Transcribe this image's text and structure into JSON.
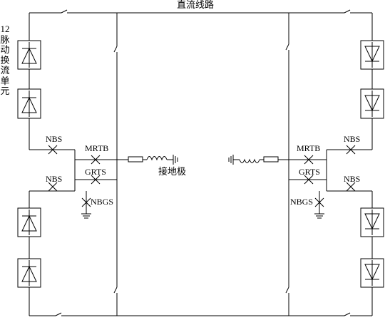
{
  "labels": {
    "dc_line": "直流线路",
    "converter_unit": "12脉动换流单元",
    "ground_electrode": "接地极",
    "nbs_upper_left": "NBS",
    "nbs_lower_left": "NBS",
    "nbs_upper_right": "NBS",
    "nbs_lower_right": "NBS",
    "mrtb_left": "MRTB",
    "mrtb_right": "MRTB",
    "grts_left": "GRTS",
    "grts_right": "GRTS",
    "nbgs_left": "NBGS",
    "nbgs_right": "NBGS"
  },
  "colors": {
    "line": "#000000",
    "background": "#ffffff"
  }
}
